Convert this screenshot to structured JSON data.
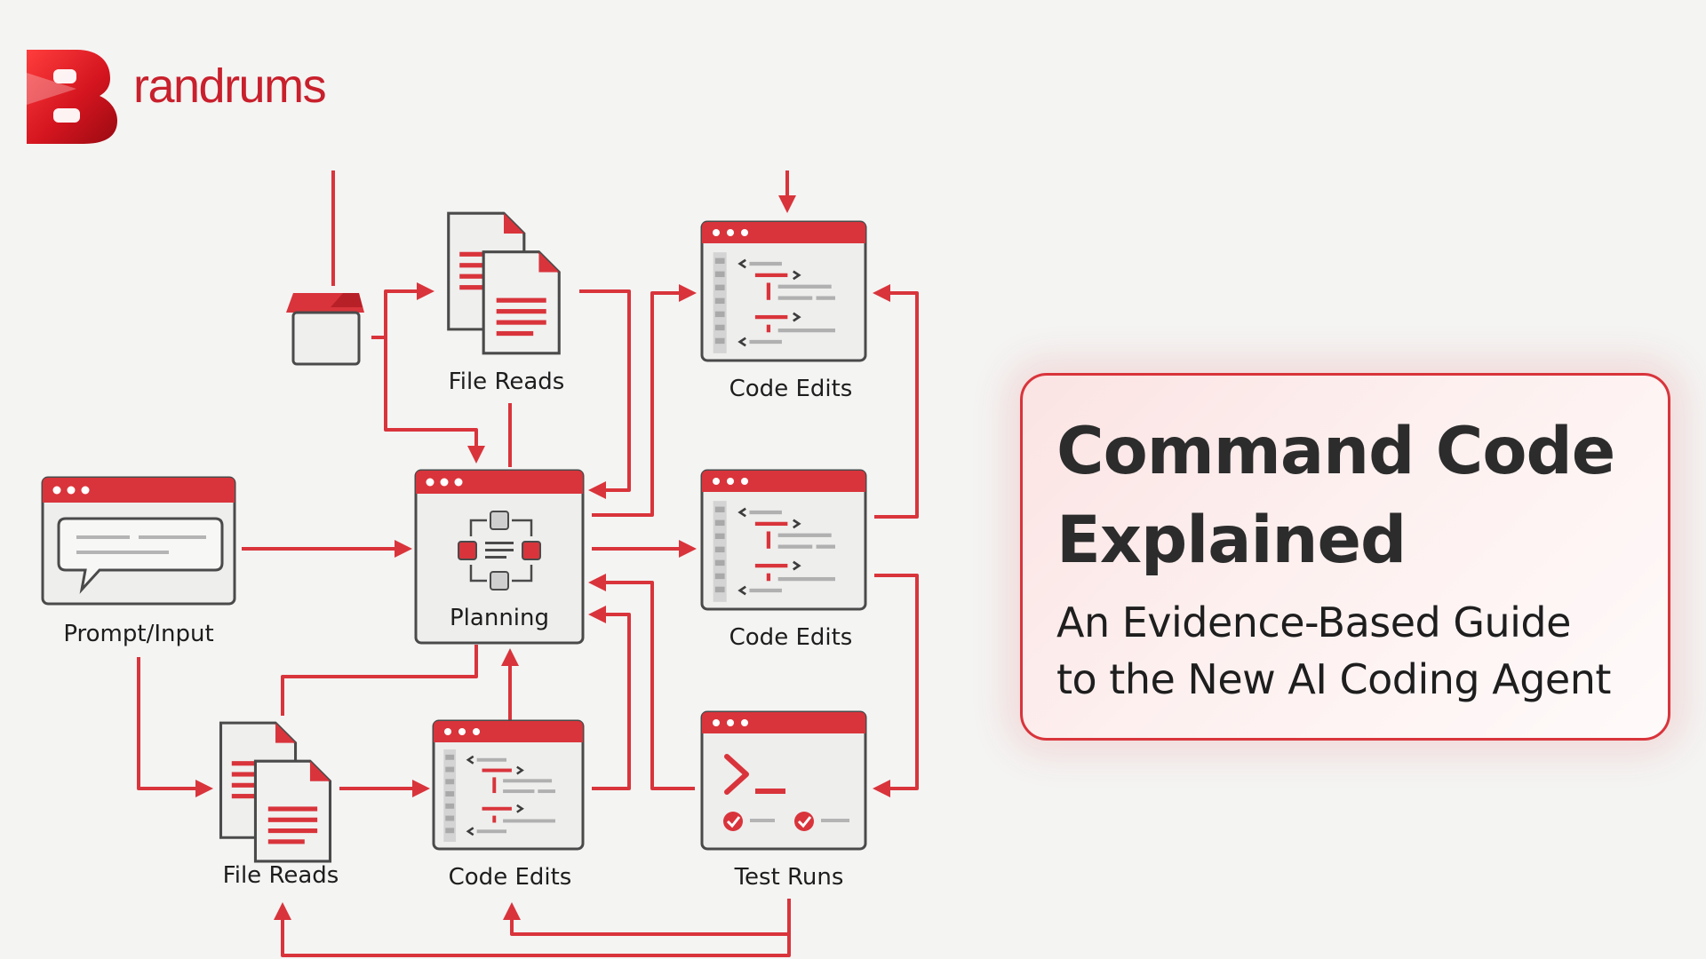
{
  "brand": {
    "logo_icon": "red-letter-b-logo",
    "name": "randrums",
    "color": "#c8202c"
  },
  "colors": {
    "accent": "#d9343b",
    "window_header": "#d9343b",
    "window_body": "#eeeeed",
    "window_border": "#4a4a4a",
    "code_gray": "#b4b4b4",
    "background": "#f4f4f3"
  },
  "diagram": {
    "nodes": [
      {
        "id": "prompt",
        "icon": "chat-window-icon",
        "label": "Prompt/Input"
      },
      {
        "id": "folder",
        "icon": "folder-icon",
        "label": ""
      },
      {
        "id": "file-reads-top",
        "icon": "documents-icon",
        "label": "File Reads"
      },
      {
        "id": "planning",
        "icon": "planning-cycle-icon",
        "label": "Planning"
      },
      {
        "id": "code-edits-top",
        "icon": "code-window-icon",
        "label": "Code Edits"
      },
      {
        "id": "code-edits-mid",
        "icon": "code-window-icon",
        "label": "Code Edits"
      },
      {
        "id": "file-reads-bottom",
        "icon": "documents-icon",
        "label": "File Reads"
      },
      {
        "id": "code-edits-bottom",
        "icon": "code-window-icon",
        "label": "Code Edits"
      },
      {
        "id": "test-runs",
        "icon": "terminal-window-icon",
        "label": "Test Runs"
      }
    ],
    "edges": [
      {
        "from": "external",
        "to": "folder"
      },
      {
        "from": "folder",
        "to": "file-reads-top"
      },
      {
        "from": "folder",
        "to": "planning"
      },
      {
        "from": "file-reads-top",
        "to": "planning"
      },
      {
        "from": "external",
        "to": "code-edits-top"
      },
      {
        "from": "planning",
        "to": "code-edits-top"
      },
      {
        "from": "code-edits-mid",
        "to": "code-edits-top"
      },
      {
        "from": "prompt",
        "to": "planning"
      },
      {
        "from": "planning",
        "to": "code-edits-mid"
      },
      {
        "from": "code-edits-mid",
        "to": "test-runs"
      },
      {
        "from": "test-runs",
        "to": "planning"
      },
      {
        "from": "code-edits-bottom",
        "to": "planning"
      },
      {
        "from": "prompt",
        "to": "file-reads-bottom"
      },
      {
        "from": "planning",
        "to": "file-reads-bottom"
      },
      {
        "from": "file-reads-bottom",
        "to": "code-edits-bottom"
      },
      {
        "from": "test-runs",
        "to": "code-edits-bottom"
      },
      {
        "from": "test-runs",
        "to": "file-reads-bottom"
      }
    ]
  },
  "title_card": {
    "title_line1": "Command Code",
    "title_line2": "Explained",
    "subtitle_line1": "An Evidence-Based Guide",
    "subtitle_line2": "to the New AI Coding Agent"
  }
}
